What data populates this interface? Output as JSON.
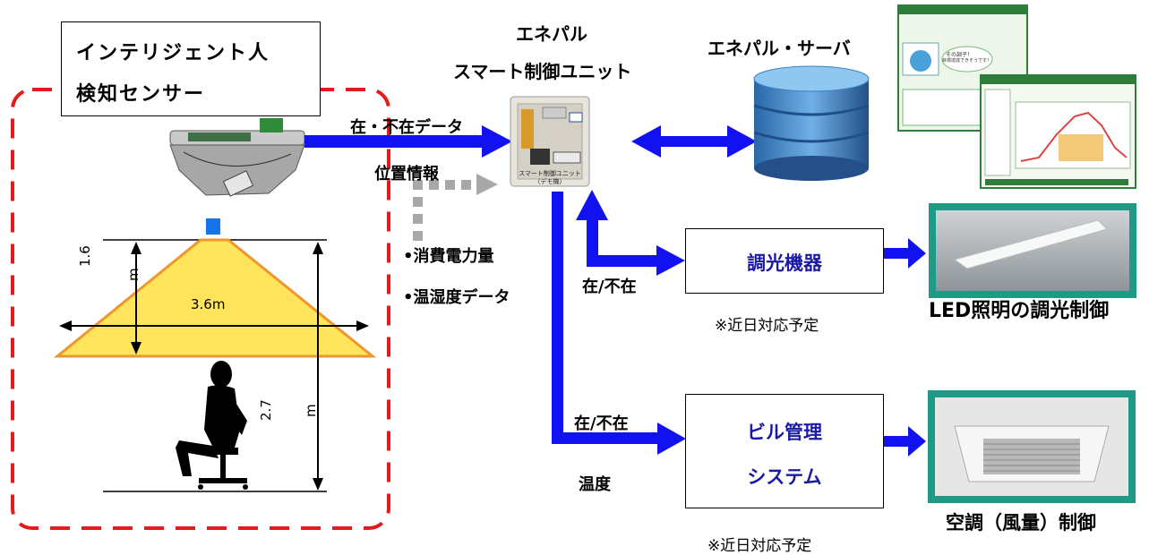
{
  "sensor_title": {
    "line1": "インテリジェント人",
    "line2": "検知センサー"
  },
  "sensor_diagram": {
    "height_label_1": "1.6",
    "height_unit_1": "m",
    "width_label": "3.6m",
    "height_label_2": "2.7",
    "height_unit_2": "m"
  },
  "data_labels": {
    "presence_data": "在・不在データ",
    "position_info": "位置情報",
    "power": "•消費電力量",
    "temp_humidity": "•温湿度データ"
  },
  "control_unit": {
    "title1": "エネパル",
    "title2": "スマート制御ユニット",
    "photo_caption": "スマート制御ユニット（デモ機）"
  },
  "server": {
    "title": "エネパル・サーバ"
  },
  "dimming": {
    "box_label": "調光機器",
    "flow_label": "在/不在",
    "note": "※近日対応予定",
    "result": "LED照明の調光制御"
  },
  "bms": {
    "box_line1": "ビル管理",
    "box_line2": "システム",
    "flow_label1": "在/不在",
    "flow_label2": "温度",
    "note": "※近日対応予定",
    "result": "空調（風量）制御"
  },
  "screens": {
    "bubble_line1": "その調子！",
    "bubble_line2": "目標達成できそうです！"
  },
  "colors": {
    "arrow_blue": "#1212f0",
    "dash_red": "#e51a1a",
    "teal_frame": "#1f9a86",
    "cone_yellow": "#ffe45c",
    "cone_orange": "#f0962a",
    "server_blue": "#3c7fc0"
  }
}
